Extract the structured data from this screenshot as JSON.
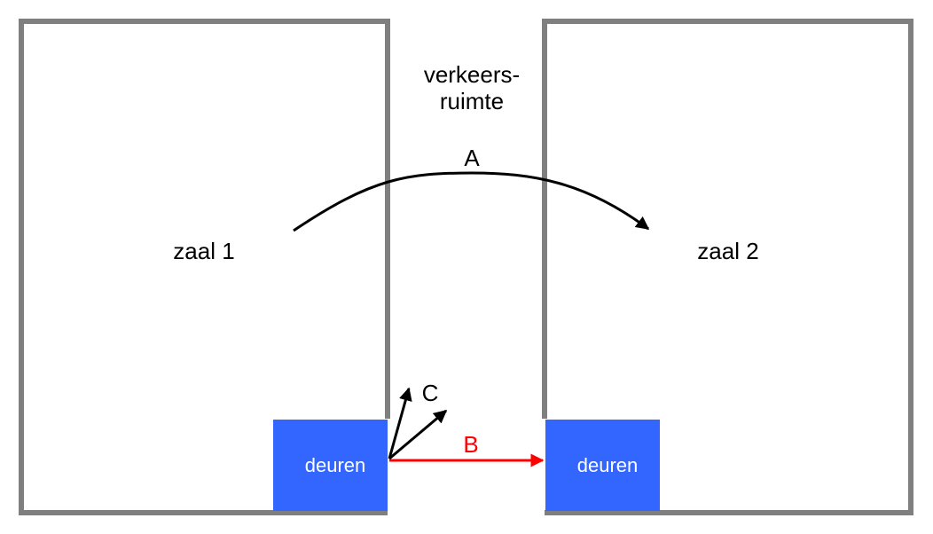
{
  "labels": {
    "corridor_line1": "verkeers-",
    "corridor_line2": "ruimte",
    "room1": "zaal 1",
    "room2": "zaal 2",
    "arrow_a": "A",
    "arrow_b": "B",
    "arrow_c": "C"
  },
  "doors": {
    "left": "deuren",
    "right": "deuren"
  },
  "colors": {
    "wall": "#7f7f7f",
    "door_fill": "#3366ff",
    "door_text": "#ffffff",
    "arrow": "#000000",
    "arrow_b": "#ff0000",
    "text": "#000000"
  }
}
